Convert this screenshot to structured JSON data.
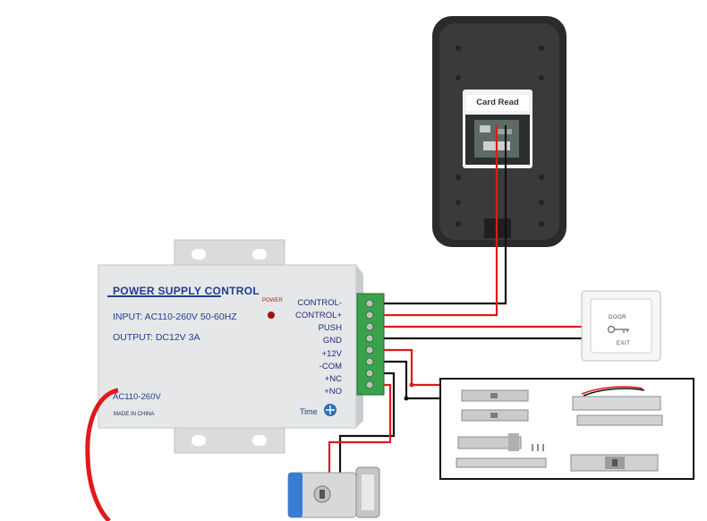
{
  "power_supply": {
    "title": "POWER SUPPLY CONTROL",
    "input": "INPUT: AC110-260V 50-60HZ",
    "output": "OUTPUT: DC12V  3A",
    "power_led_label": "POWER",
    "ac_label": "AC110-260V",
    "made_in": "MADE IN CHINA",
    "time_label": "Time",
    "terminals": [
      "CONTROL-",
      "CONTROL+",
      "PUSH",
      "GND",
      "+12V",
      "-COM",
      "+NC",
      "+NO"
    ]
  },
  "card_reader": {
    "label": "Card Read"
  },
  "exit_button": {
    "top_text": "DOOR",
    "bottom_text": "EXIT"
  },
  "colors": {
    "wire_red": "#e0191c",
    "wire_black": "#111111",
    "psu_body": "#e4e6e8",
    "terminal_green": "#3aa24a",
    "text_blue": "#1f3f8f"
  }
}
